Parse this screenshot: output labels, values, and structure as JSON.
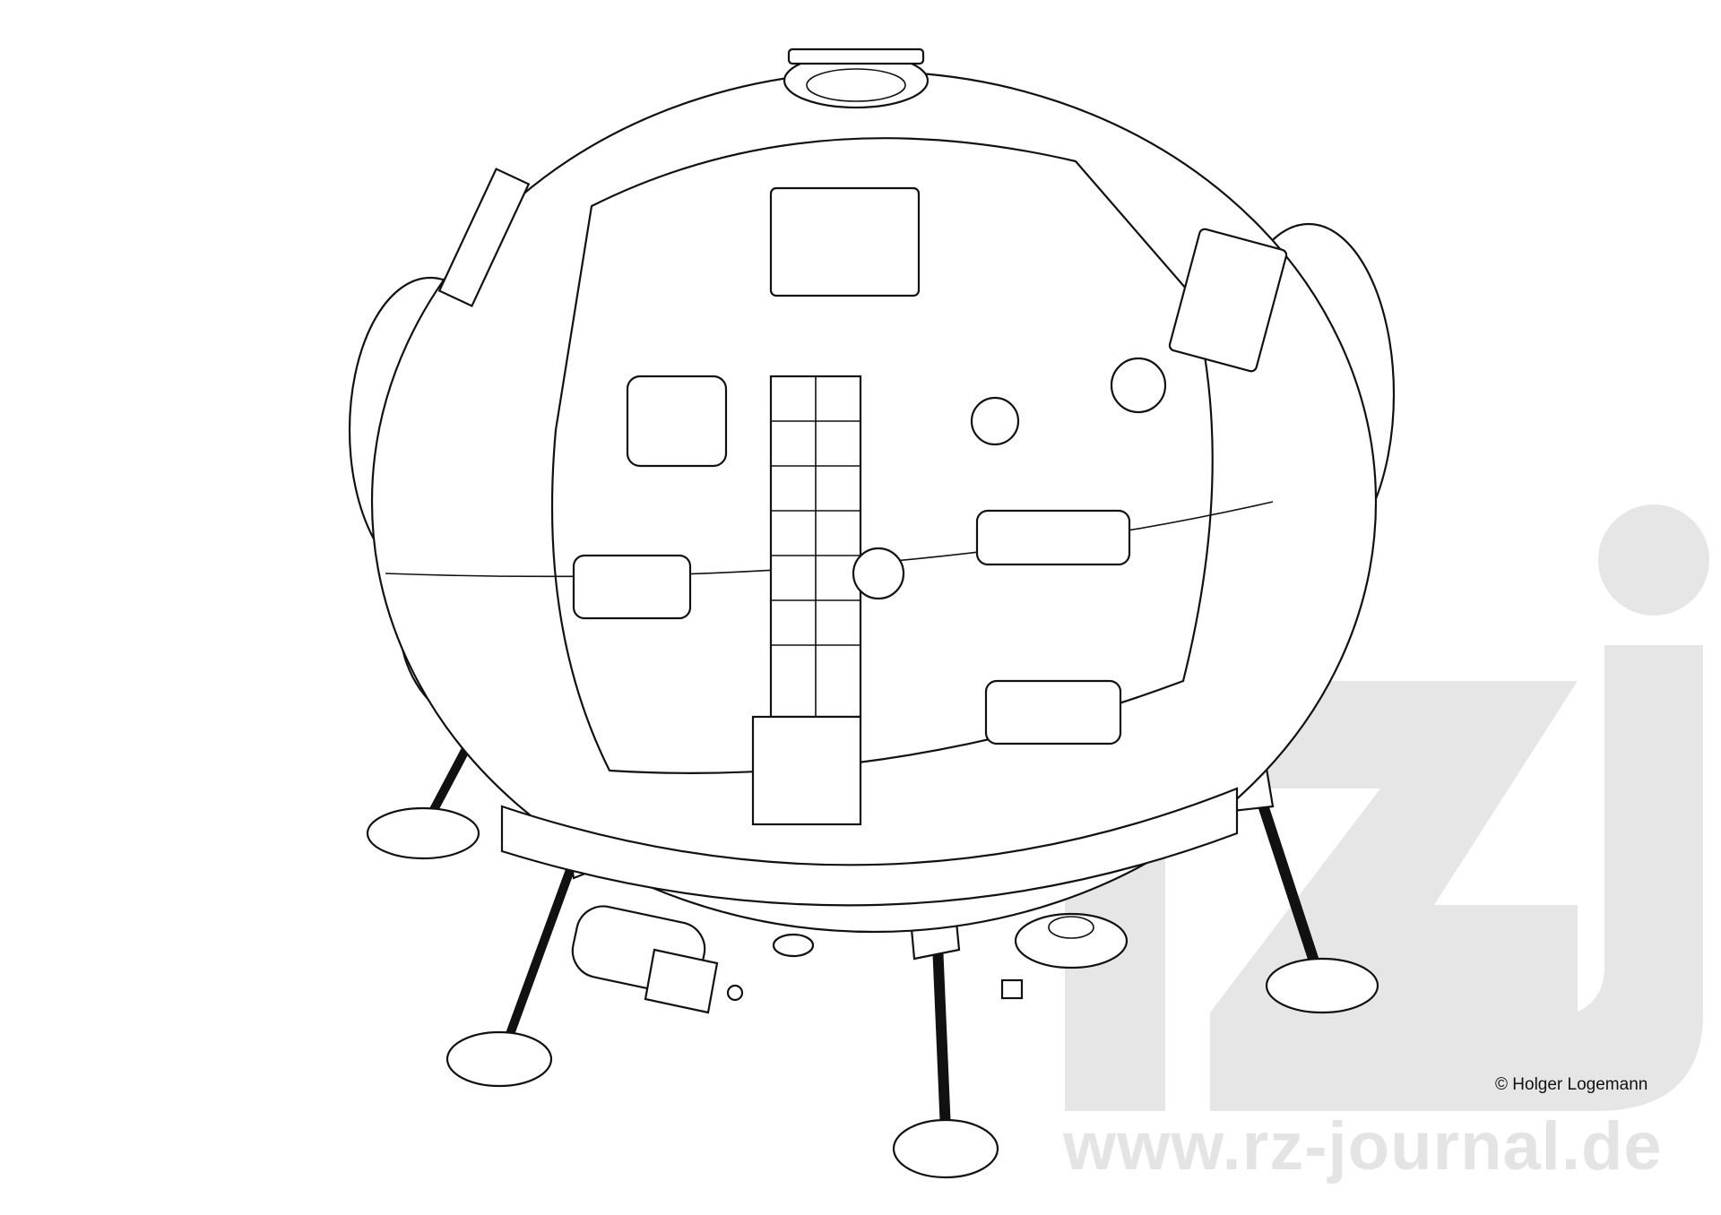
{
  "illustration": {
    "subject": "lander",
    "watermark_logo": "rzj",
    "colors": {
      "line": "#111111",
      "watermark": "#e6e6e6",
      "background": "#ffffff"
    }
  },
  "credits": {
    "copyright": "© Holger Logemann",
    "website": "www.rz-journal.de"
  }
}
